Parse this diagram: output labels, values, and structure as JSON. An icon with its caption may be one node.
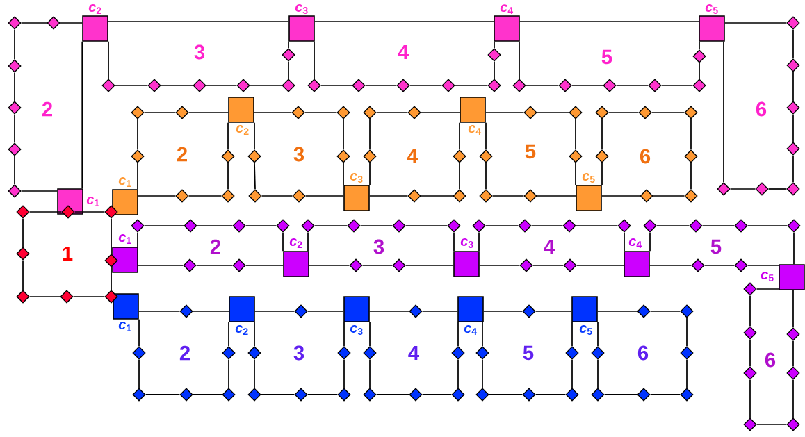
{
  "diagram": {
    "nodes": [
      {
        "text": [],
        "shape": "diamond"
      },
      {
        "text": [],
        "shape": "diamond"
      },
      {
        "text": [],
        "shape": "diamond"
      },
      {
        "text": [],
        "shape": "diamond"
      },
      {
        "text": [],
        "shape": "diamond"
      },
      {
        "text": [],
        "shape": "diamond"
      },
      {
        "text": [],
        "shape": "diamond"
      },
      {
        "text": [],
        "shape": "diamond"
      },
      {
        "text": [],
        "shape": "box",
        "beside": [
          "*c*$_{1}$"
        ]
      },
      {
        "text": [],
        "shape": "box",
        "beside": [
          "*c*$_{2}$"
        ]
      },
      {
        "text": [],
        "shape": "box",
        "beside": [
          "*c*$_{3}$"
        ]
      },
      {
        "text": [],
        "shape": "box",
        "beside": [
          "*c*$_{4}$"
        ]
      },
      {
        "text": [],
        "shape": "box",
        "beside": [
          "*c*$_{5}$"
        ]
      },
      {
        "text": [],
        "shape": "diamond"
      },
      {
        "text": [],
        "shape": "diamond"
      },
      {
        "text": [],
        "shape": "diamond"
      },
      {
        "text": [],
        "shape": "diamond"
      },
      {
        "text": [],
        "shape": "diamond"
      },
      {
        "text": [],
        "shape": "diamond"
      },
      {
        "text": [],
        "shape": "diamond"
      },
      {
        "text": [],
        "shape": "diamond"
      },
      {
        "text": [],
        "shape": "diamond"
      },
      {
        "text": [],
        "shape": "diamond"
      },
      {
        "text": [],
        "shape": "diamond"
      },
      {
        "text": [],
        "shape": "diamond"
      },
      {
        "text": [],
        "shape": "diamond"
      },
      {
        "text": [],
        "shape": "diamond"
      },
      {
        "text": [],
        "shape": "diamond"
      },
      {
        "text": [],
        "shape": "diamond"
      },
      {
        "text": [],
        "shape": "diamond"
      },
      {
        "text": [],
        "shape": "diamond"
      },
      {
        "text": [],
        "shape": "diamond"
      },
      {
        "text": [],
        "shape": "diamond"
      },
      {
        "text": [],
        "shape": "diamond"
      },
      {
        "text": [],
        "shape": "diamond"
      },
      {
        "text": [],
        "shape": "diamond"
      },
      {
        "text": [],
        "shape": "diamond"
      },
      {
        "text": [],
        "shape": "diamond"
      },
      {
        "text": [],
        "shape": "diamond"
      },
      {
        "text": [],
        "shape": "diamond"
      },
      {
        "text": [],
        "shape": "diamond"
      },
      {
        "text": [],
        "shape": "diamond"
      },
      {
        "text": [],
        "shape": "diamond"
      },
      {
        "text": [],
        "shape": "diamond"
      },
      {
        "text": [],
        "shape": "box",
        "beside": [
          "*c*$_{1}$"
        ]
      },
      {
        "text": [],
        "shape": "box",
        "beside": [
          "*c*$_{2}$"
        ]
      },
      {
        "text": [],
        "shape": "box",
        "beside": [
          "*c*$_{3}$"
        ]
      },
      {
        "text": [],
        "shape": "box",
        "beside": [
          "*c*$_{4}$"
        ]
      },
      {
        "text": [],
        "shape": "box",
        "beside": [
          "*c*$_{5}$"
        ]
      },
      {
        "text": [],
        "shape": "diamond"
      },
      {
        "text": [],
        "shape": "diamond"
      },
      {
        "text": [],
        "shape": "diamond"
      },
      {
        "text": [],
        "shape": "diamond"
      },
      {
        "text": [],
        "shape": "diamond"
      },
      {
        "text": [],
        "shape": "diamond"
      },
      {
        "text": [],
        "shape": "diamond"
      },
      {
        "text": [],
        "shape": "diamond"
      },
      {
        "text": [],
        "shape": "diamond"
      },
      {
        "text": [],
        "shape": "diamond"
      },
      {
        "text": [],
        "shape": "diamond"
      },
      {
        "text": [],
        "shape": "diamond"
      },
      {
        "text": [],
        "shape": "diamond"
      },
      {
        "text": [],
        "shape": "diamond"
      },
      {
        "text": [],
        "shape": "diamond"
      },
      {
        "text": [],
        "shape": "diamond"
      },
      {
        "text": [],
        "shape": "diamond"
      },
      {
        "text": [],
        "shape": "diamond"
      },
      {
        "text": [],
        "shape": "diamond"
      },
      {
        "text": [],
        "shape": "diamond"
      },
      {
        "text": [],
        "shape": "diamond"
      },
      {
        "text": [],
        "shape": "diamond"
      },
      {
        "text": [],
        "shape": "diamond"
      },
      {
        "text": [],
        "shape": "diamond"
      },
      {
        "text": [],
        "shape": "diamond"
      },
      {
        "text": [],
        "shape": "diamond"
      },
      {
        "text": [],
        "shape": "diamond"
      },
      {
        "text": [],
        "shape": "diamond"
      },
      {
        "text": [],
        "shape": "diamond"
      },
      {
        "text": [],
        "shape": "diamond"
      },
      {
        "text": [],
        "shape": "diamond"
      },
      {
        "text": [],
        "shape": "box",
        "beside": [
          "*c*$_{1}$"
        ]
      },
      {
        "text": [],
        "shape": "box",
        "beside": [
          "*c*$_{2}$"
        ]
      },
      {
        "text": [],
        "shape": "box",
        "beside": [
          "*c*$_{3}$"
        ]
      },
      {
        "text": [],
        "shape": "box",
        "beside": [
          "*c*$_{4}$"
        ]
      },
      {
        "text": [],
        "shape": "box",
        "beside": [
          "*c*$_{5}$"
        ]
      },
      {
        "text": [],
        "shape": "diamond"
      },
      {
        "text": [],
        "shape": "diamond"
      },
      {
        "text": [],
        "shape": "diamond"
      },
      {
        "text": [],
        "shape": "diamond"
      },
      {
        "text": [],
        "shape": "diamond"
      },
      {
        "text": [],
        "shape": "diamond"
      },
      {
        "text": [],
        "shape": "diamond"
      },
      {
        "text": [],
        "shape": "diamond"
      },
      {
        "text": [],
        "shape": "diamond"
      },
      {
        "text": [],
        "shape": "diamond"
      },
      {
        "text": [],
        "shape": "diamond"
      },
      {
        "text": [],
        "shape": "diamond"
      },
      {
        "text": [],
        "shape": "diamond"
      },
      {
        "text": [],
        "shape": "diamond"
      },
      {
        "text": [],
        "shape": "diamond"
      },
      {
        "text": [],
        "shape": "diamond"
      },
      {
        "text": [],
        "shape": "diamond"
      },
      {
        "text": [],
        "shape": "diamond"
      },
      {
        "text": [],
        "shape": "diamond"
      },
      {
        "text": [],
        "shape": "diamond"
      },
      {
        "text": [],
        "shape": "diamond"
      },
      {
        "text": [],
        "shape": "diamond"
      },
      {
        "text": [],
        "shape": "diamond"
      },
      {
        "text": [],
        "shape": "diamond"
      },
      {
        "text": [],
        "shape": "diamond"
      },
      {
        "text": [],
        "shape": "diamond"
      },
      {
        "text": [],
        "shape": "diamond"
      },
      {
        "text": [],
        "shape": "diamond"
      },
      {
        "text": [],
        "shape": "diamond"
      },
      {
        "text": [],
        "shape": "diamond"
      },
      {
        "text": [],
        "shape": "diamond"
      },
      {
        "text": [],
        "shape": "box",
        "beside": [
          "*c*$_{1}$"
        ]
      },
      {
        "text": [],
        "shape": "box",
        "beside": [
          "*c*$_{2}$"
        ]
      },
      {
        "text": [],
        "shape": "box",
        "beside": [
          "*c*$_{3}$"
        ]
      },
      {
        "text": [],
        "shape": "box",
        "beside": [
          "*c*$_{4}$"
        ]
      },
      {
        "text": [],
        "shape": "box",
        "beside": [
          "*c*$_{5}$"
        ]
      },
      {
        "text": [],
        "shape": "diamond"
      },
      {
        "text": [],
        "shape": "diamond"
      },
      {
        "text": [],
        "shape": "diamond"
      },
      {
        "text": [],
        "shape": "diamond"
      },
      {
        "text": [],
        "shape": "diamond"
      },
      {
        "text": [],
        "shape": "diamond"
      },
      {
        "text": [],
        "shape": "diamond"
      },
      {
        "text": [],
        "shape": "diamond"
      },
      {
        "text": [],
        "shape": "diamond"
      },
      {
        "text": [],
        "shape": "diamond"
      },
      {
        "text": [],
        "shape": "diamond"
      },
      {
        "text": [],
        "shape": "diamond"
      },
      {
        "text": [],
        "shape": "diamond"
      },
      {
        "text": [],
        "shape": "diamond"
      },
      {
        "text": [],
        "shape": "diamond"
      },
      {
        "text": [],
        "shape": "diamond"
      },
      {
        "text": [],
        "shape": "diamond"
      },
      {
        "text": [],
        "shape": "diamond"
      },
      {
        "text": [],
        "shape": "diamond"
      },
      {
        "text": [],
        "shape": "diamond"
      },
      {
        "text": [],
        "shape": "diamond"
      },
      {
        "text": [],
        "shape": "diamond"
      },
      {
        "text": [],
        "shape": "diamond"
      },
      {
        "text": [],
        "shape": "diamond"
      },
      {
        "text": [],
        "shape": "diamond"
      },
      {
        "text": [],
        "shape": "diamond"
      },
      {
        "text": [],
        "shape": "diamond"
      },
      {
        "text": [],
        "shape": "diamond"
      },
      {
        "text": [],
        "shape": "diamond"
      },
      {
        "text": [],
        "shape": "diamond"
      },
      {
        "text": [],
        "shape": "diamond"
      }
    ],
    "edges": [
      {
        "from": 0,
        "to": 1,
        "arrow": "none"
      },
      {
        "from": 1,
        "to": 2,
        "arrow": "none"
      },
      {
        "from": 0,
        "to": 3,
        "arrow": "none"
      },
      {
        "from": 3,
        "to": 5,
        "arrow": "none"
      },
      {
        "from": 5,
        "to": 6,
        "arrow": "none"
      },
      {
        "from": 6,
        "to": 7,
        "arrow": "none"
      },
      {
        "from": 2,
        "to": 4,
        "arrow": "none"
      },
      {
        "from": 4,
        "to": 7,
        "arrow": "none"
      },
      {
        "from": 8,
        "to": 9,
        "arrow": "none"
      },
      {
        "from": 9,
        "to": 13,
        "arrow": "none"
      },
      {
        "from": 13,
        "to": 14,
        "arrow": "none"
      },
      {
        "from": 14,
        "to": 15,
        "arrow": "none"
      },
      {
        "from": 15,
        "to": 16,
        "arrow": "none"
      },
      {
        "from": 16,
        "to": 17,
        "arrow": "none"
      },
      {
        "from": 17,
        "to": 18,
        "arrow": "none"
      },
      {
        "from": 18,
        "to": 8,
        "arrow": "none"
      },
      {
        "from": 9,
        "to": 10,
        "arrow": "none"
      },
      {
        "from": 10,
        "to": 24,
        "arrow": "none"
      },
      {
        "from": 24,
        "to": 23,
        "arrow": "none"
      },
      {
        "from": 23,
        "to": 22,
        "arrow": "none"
      },
      {
        "from": 22,
        "to": 21,
        "arrow": "none"
      },
      {
        "from": 21,
        "to": 20,
        "arrow": "none"
      },
      {
        "from": 20,
        "to": 19,
        "arrow": "none"
      },
      {
        "from": 19,
        "to": 9,
        "arrow": "none"
      },
      {
        "from": 10,
        "to": 11,
        "arrow": "none"
      },
      {
        "from": 11,
        "to": 30,
        "arrow": "none"
      },
      {
        "from": 30,
        "to": 29,
        "arrow": "none"
      },
      {
        "from": 29,
        "to": 28,
        "arrow": "none"
      },
      {
        "from": 28,
        "to": 27,
        "arrow": "none"
      },
      {
        "from": 27,
        "to": 26,
        "arrow": "none"
      },
      {
        "from": 26,
        "to": 25,
        "arrow": "none"
      },
      {
        "from": 25,
        "to": 10,
        "arrow": "none"
      },
      {
        "from": 11,
        "to": 12,
        "arrow": "none"
      },
      {
        "from": 12,
        "to": 36,
        "arrow": "none"
      },
      {
        "from": 36,
        "to": 35,
        "arrow": "none"
      },
      {
        "from": 35,
        "to": 34,
        "arrow": "none"
      },
      {
        "from": 34,
        "to": 33,
        "arrow": "none"
      },
      {
        "from": 33,
        "to": 32,
        "arrow": "none"
      },
      {
        "from": 32,
        "to": 31,
        "arrow": "none"
      },
      {
        "from": 31,
        "to": 11,
        "arrow": "none"
      },
      {
        "from": 12,
        "to": 37,
        "arrow": "none"
      },
      {
        "from": 37,
        "to": 38,
        "arrow": "none"
      },
      {
        "from": 38,
        "to": 39,
        "arrow": "none"
      },
      {
        "from": 39,
        "to": 40,
        "arrow": "none"
      },
      {
        "from": 40,
        "to": 41,
        "arrow": "none"
      },
      {
        "from": 41,
        "to": 42,
        "arrow": "none"
      },
      {
        "from": 42,
        "to": 43,
        "arrow": "none"
      },
      {
        "from": 43,
        "to": 12,
        "arrow": "none"
      },
      {
        "from": 44,
        "to": 49,
        "arrow": "none"
      },
      {
        "from": 49,
        "to": 50,
        "arrow": "none"
      },
      {
        "from": 50,
        "to": 51,
        "arrow": "none"
      },
      {
        "from": 51,
        "to": 45,
        "arrow": "none"
      },
      {
        "from": 45,
        "to": 52,
        "arrow": "none"
      },
      {
        "from": 52,
        "to": 53,
        "arrow": "none"
      },
      {
        "from": 53,
        "to": 54,
        "arrow": "none"
      },
      {
        "from": 54,
        "to": 44,
        "arrow": "none"
      },
      {
        "from": 45,
        "to": 55,
        "arrow": "none"
      },
      {
        "from": 55,
        "to": 56,
        "arrow": "none"
      },
      {
        "from": 56,
        "to": 57,
        "arrow": "none"
      },
      {
        "from": 57,
        "to": 46,
        "arrow": "none"
      },
      {
        "from": 46,
        "to": 58,
        "arrow": "none"
      },
      {
        "from": 58,
        "to": 59,
        "arrow": "none"
      },
      {
        "from": 59,
        "to": 60,
        "arrow": "none"
      },
      {
        "from": 60,
        "to": 45,
        "arrow": "none"
      },
      {
        "from": 46,
        "to": 61,
        "arrow": "none"
      },
      {
        "from": 61,
        "to": 62,
        "arrow": "none"
      },
      {
        "from": 62,
        "to": 63,
        "arrow": "none"
      },
      {
        "from": 63,
        "to": 47,
        "arrow": "none"
      },
      {
        "from": 47,
        "to": 64,
        "arrow": "none"
      },
      {
        "from": 64,
        "to": 65,
        "arrow": "none"
      },
      {
        "from": 65,
        "to": 66,
        "arrow": "none"
      },
      {
        "from": 66,
        "to": 46,
        "arrow": "none"
      },
      {
        "from": 47,
        "to": 67,
        "arrow": "none"
      },
      {
        "from": 67,
        "to": 68,
        "arrow": "none"
      },
      {
        "from": 68,
        "to": 69,
        "arrow": "none"
      },
      {
        "from": 69,
        "to": 48,
        "arrow": "none"
      },
      {
        "from": 48,
        "to": 70,
        "arrow": "none"
      },
      {
        "from": 70,
        "to": 71,
        "arrow": "none"
      },
      {
        "from": 71,
        "to": 72,
        "arrow": "none"
      },
      {
        "from": 72,
        "to": 47,
        "arrow": "none"
      },
      {
        "from": 48,
        "to": 73,
        "arrow": "none"
      },
      {
        "from": 73,
        "to": 74,
        "arrow": "none"
      },
      {
        "from": 74,
        "to": 75,
        "arrow": "none"
      },
      {
        "from": 75,
        "to": 76,
        "arrow": "none"
      },
      {
        "from": 76,
        "to": 77,
        "arrow": "none"
      },
      {
        "from": 77,
        "to": 78,
        "arrow": "none"
      },
      {
        "from": 78,
        "to": 79,
        "arrow": "none"
      },
      {
        "from": 79,
        "to": 48,
        "arrow": "none"
      },
      {
        "from": 80,
        "to": 85,
        "arrow": "none"
      },
      {
        "from": 85,
        "to": 86,
        "arrow": "none"
      },
      {
        "from": 86,
        "to": 87,
        "arrow": "none"
      },
      {
        "from": 87,
        "to": 88,
        "arrow": "none"
      },
      {
        "from": 88,
        "to": 81,
        "arrow": "none"
      },
      {
        "from": 81,
        "to": 89,
        "arrow": "none"
      },
      {
        "from": 89,
        "to": 90,
        "arrow": "none"
      },
      {
        "from": 90,
        "to": 80,
        "arrow": "none"
      },
      {
        "from": 81,
        "to": 91,
        "arrow": "none"
      },
      {
        "from": 91,
        "to": 92,
        "arrow": "none"
      },
      {
        "from": 92,
        "to": 93,
        "arrow": "none"
      },
      {
        "from": 93,
        "to": 94,
        "arrow": "none"
      },
      {
        "from": 94,
        "to": 82,
        "arrow": "none"
      },
      {
        "from": 82,
        "to": 95,
        "arrow": "none"
      },
      {
        "from": 95,
        "to": 96,
        "arrow": "none"
      },
      {
        "from": 96,
        "to": 81,
        "arrow": "none"
      },
      {
        "from": 82,
        "to": 97,
        "arrow": "none"
      },
      {
        "from": 97,
        "to": 98,
        "arrow": "none"
      },
      {
        "from": 98,
        "to": 99,
        "arrow": "none"
      },
      {
        "from": 99,
        "to": 100,
        "arrow": "none"
      },
      {
        "from": 100,
        "to": 83,
        "arrow": "none"
      },
      {
        "from": 83,
        "to": 101,
        "arrow": "none"
      },
      {
        "from": 101,
        "to": 102,
        "arrow": "none"
      },
      {
        "from": 102,
        "to": 82,
        "arrow": "none"
      },
      {
        "from": 83,
        "to": 103,
        "arrow": "none"
      },
      {
        "from": 103,
        "to": 104,
        "arrow": "none"
      },
      {
        "from": 104,
        "to": 105,
        "arrow": "none"
      },
      {
        "from": 105,
        "to": 106,
        "arrow": "none"
      },
      {
        "from": 106,
        "to": 84,
        "arrow": "none"
      },
      {
        "from": 84,
        "to": 107,
        "arrow": "none"
      },
      {
        "from": 107,
        "to": 108,
        "arrow": "none"
      },
      {
        "from": 108,
        "to": 83,
        "arrow": "none"
      },
      {
        "from": 84,
        "to": 109,
        "arrow": "none"
      },
      {
        "from": 109,
        "to": 110,
        "arrow": "none"
      },
      {
        "from": 110,
        "to": 111,
        "arrow": "none"
      },
      {
        "from": 111,
        "to": 112,
        "arrow": "none"
      },
      {
        "from": 112,
        "to": 113,
        "arrow": "none"
      },
      {
        "from": 113,
        "to": 114,
        "arrow": "none"
      },
      {
        "from": 114,
        "to": 115,
        "arrow": "none"
      },
      {
        "from": 115,
        "to": 84,
        "arrow": "none"
      },
      {
        "from": 116,
        "to": 121,
        "arrow": "none"
      },
      {
        "from": 121,
        "to": 117,
        "arrow": "none"
      },
      {
        "from": 117,
        "to": 122,
        "arrow": "none"
      },
      {
        "from": 122,
        "to": 123,
        "arrow": "none"
      },
      {
        "from": 123,
        "to": 124,
        "arrow": "none"
      },
      {
        "from": 124,
        "to": 125,
        "arrow": "none"
      },
      {
        "from": 125,
        "to": 126,
        "arrow": "none"
      },
      {
        "from": 126,
        "to": 116,
        "arrow": "none"
      },
      {
        "from": 117,
        "to": 127,
        "arrow": "none"
      },
      {
        "from": 127,
        "to": 118,
        "arrow": "none"
      },
      {
        "from": 118,
        "to": 128,
        "arrow": "none"
      },
      {
        "from": 128,
        "to": 129,
        "arrow": "none"
      },
      {
        "from": 129,
        "to": 130,
        "arrow": "none"
      },
      {
        "from": 130,
        "to": 131,
        "arrow": "none"
      },
      {
        "from": 131,
        "to": 132,
        "arrow": "none"
      },
      {
        "from": 132,
        "to": 117,
        "arrow": "none"
      },
      {
        "from": 118,
        "to": 133,
        "arrow": "none"
      },
      {
        "from": 133,
        "to": 119,
        "arrow": "none"
      },
      {
        "from": 119,
        "to": 134,
        "arrow": "none"
      },
      {
        "from": 134,
        "to": 135,
        "arrow": "none"
      },
      {
        "from": 135,
        "to": 136,
        "arrow": "none"
      },
      {
        "from": 136,
        "to": 137,
        "arrow": "none"
      },
      {
        "from": 137,
        "to": 138,
        "arrow": "none"
      },
      {
        "from": 138,
        "to": 118,
        "arrow": "none"
      },
      {
        "from": 119,
        "to": 139,
        "arrow": "none"
      },
      {
        "from": 139,
        "to": 120,
        "arrow": "none"
      },
      {
        "from": 120,
        "to": 140,
        "arrow": "none"
      },
      {
        "from": 140,
        "to": 141,
        "arrow": "none"
      },
      {
        "from": 141,
        "to": 142,
        "arrow": "none"
      },
      {
        "from": 142,
        "to": 143,
        "arrow": "none"
      },
      {
        "from": 143,
        "to": 144,
        "arrow": "none"
      },
      {
        "from": 144,
        "to": 119,
        "arrow": "none"
      },
      {
        "from": 120,
        "to": 145,
        "arrow": "none"
      },
      {
        "from": 145,
        "to": 146,
        "arrow": "none"
      },
      {
        "from": 146,
        "to": 147,
        "arrow": "none"
      },
      {
        "from": 147,
        "to": 148,
        "arrow": "none"
      },
      {
        "from": 148,
        "to": 149,
        "arrow": "none"
      },
      {
        "from": 149,
        "to": 150,
        "arrow": "none"
      },
      {
        "from": 150,
        "to": 151,
        "arrow": "none"
      },
      {
        "from": 151,
        "to": 120,
        "arrow": "none"
      }
    ],
    "labels": [
      "3",
      "4",
      "5",
      "2",
      "6",
      "2",
      "3",
      "4",
      "5",
      "6",
      "1",
      "2",
      "3",
      "4",
      "5",
      "2",
      "3",
      "4",
      "5",
      "6",
      "6"
    ]
  }
}
